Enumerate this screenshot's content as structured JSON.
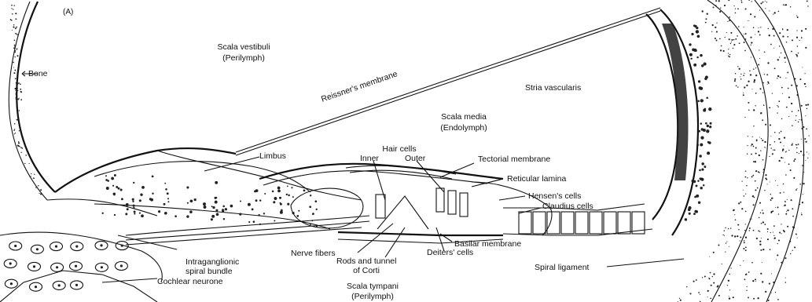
{
  "panel_label": "(A)",
  "labels": {
    "bone": "Bone",
    "scala_vestibuli": "Scala vestibuli",
    "scala_vestibuli_fluid": "(Perilymph)",
    "reissners_membrane": "Reissner's membrane",
    "stria_vascularis": "Stria vascularis",
    "scala_media": "Scala media",
    "scala_media_fluid": "(Endolymph)",
    "limbus": "Limbus",
    "hair_cells": "Hair cells",
    "inner": "Inner",
    "outer": "Outer",
    "tectorial_membrane": "Tectorial membrane",
    "reticular_lamina": "Reticular lamina",
    "hensens_cells": "Hensen's cells",
    "claudius_cells": "Claudius cells",
    "basilar_membrane": "Basilar membrane",
    "deiters_cells": "Deiters' cells",
    "nerve_fibers": "Nerve fibers",
    "rods_tunnel_1": "Rods and tunnel",
    "rods_tunnel_2": "of Corti",
    "intraganglionic_1": "Intraganglionic",
    "intraganglionic_2": "spiral bundle",
    "cochlear_neurone": "Cochlear neurone",
    "scala_tympani": "Scala tympani",
    "scala_tympani_fluid": "(Perilymph)",
    "spiral_ligament": "Spiral ligament"
  }
}
